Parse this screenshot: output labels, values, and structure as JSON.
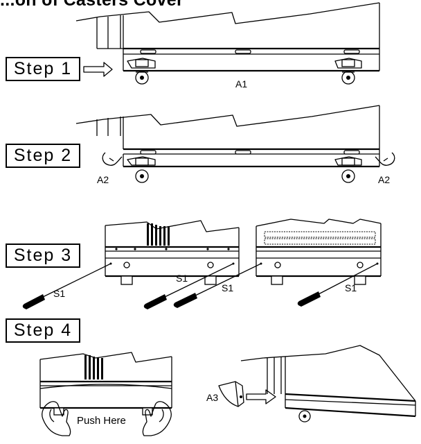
{
  "title": "...on of Casters Cover",
  "steps": [
    {
      "label": "Step 1"
    },
    {
      "label": "Step 2"
    },
    {
      "label": "Step 3"
    },
    {
      "label": "Step 4"
    }
  ],
  "callouts": {
    "a1": "A1",
    "a2_left": "A2",
    "a2_right": "A2",
    "a3": "A3",
    "s1_1": "S1",
    "s1_2": "S1",
    "s1_3": "S1",
    "s1_4": "S1",
    "push_here": "Push Here"
  }
}
